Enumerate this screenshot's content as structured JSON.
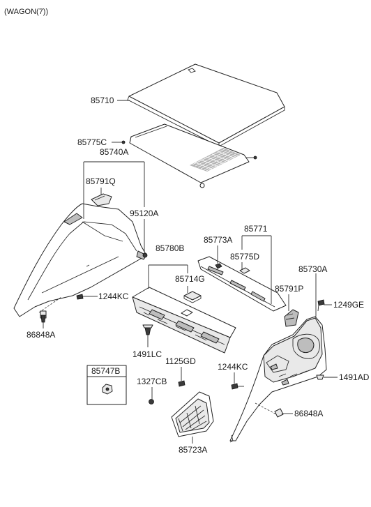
{
  "header": {
    "title": "(WAGON(7))"
  },
  "parts": {
    "p85710": "85710",
    "p85775c": "85775C",
    "p85740a": "85740A",
    "p85791q": "85791Q",
    "p95120a": "95120A",
    "p85780b": "85780B",
    "p85773a": "85773A",
    "p85771": "85771",
    "p85775d": "85775D",
    "p85714g": "85714G",
    "p85730a": "85730A",
    "p85791p": "85791P",
    "p1249ge": "1249GE",
    "p1244kc_left": "1244KC",
    "p86848a_left": "86848A",
    "p1491lc": "1491LC",
    "p1125gd": "1125GD",
    "p85747b": "85747B",
    "p1327cb": "1327CB",
    "p1244kc_right": "1244KC",
    "p1491ad": "1491AD",
    "p86848a_right": "86848A",
    "p85723a": "85723A"
  }
}
